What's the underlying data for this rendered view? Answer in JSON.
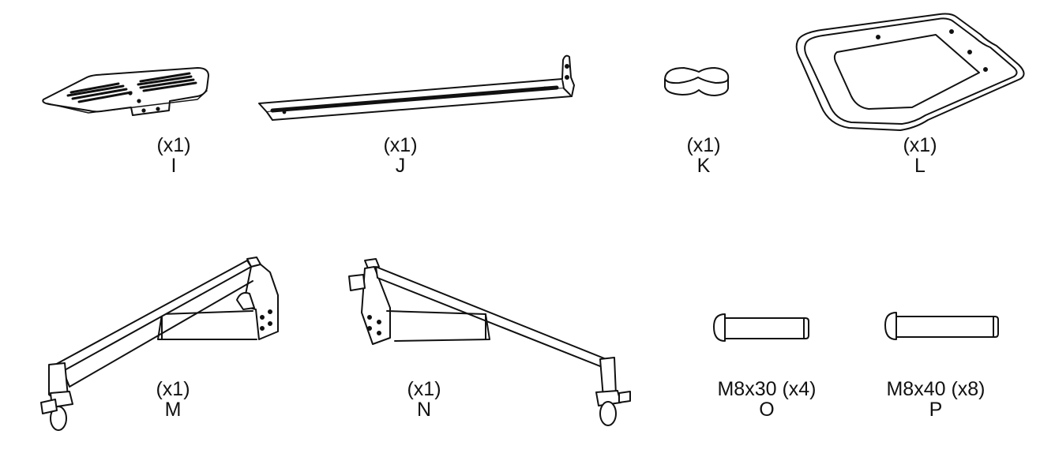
{
  "parts": [
    {
      "id": "I",
      "letter": "I",
      "qty": "(x1)",
      "icon": "shelf-plate-icon"
    },
    {
      "id": "J",
      "letter": "J",
      "qty": "(x1)",
      "icon": "mounting-rail-icon"
    },
    {
      "id": "K",
      "letter": "K",
      "qty": "(x1)",
      "icon": "end-cap-icon"
    },
    {
      "id": "L",
      "letter": "L",
      "qty": "(x1)",
      "icon": "base-cover-icon"
    },
    {
      "id": "M",
      "letter": "M",
      "qty": "(x1)",
      "icon": "left-leg-caster-icon"
    },
    {
      "id": "N",
      "letter": "N",
      "qty": "(x1)",
      "icon": "right-leg-caster-icon"
    },
    {
      "id": "O",
      "letter": "O",
      "qty": "M8x30 (x4)",
      "icon": "bolt-short-icon"
    },
    {
      "id": "P",
      "letter": "P",
      "qty": "M8x40 (x8)",
      "icon": "bolt-long-icon"
    }
  ]
}
